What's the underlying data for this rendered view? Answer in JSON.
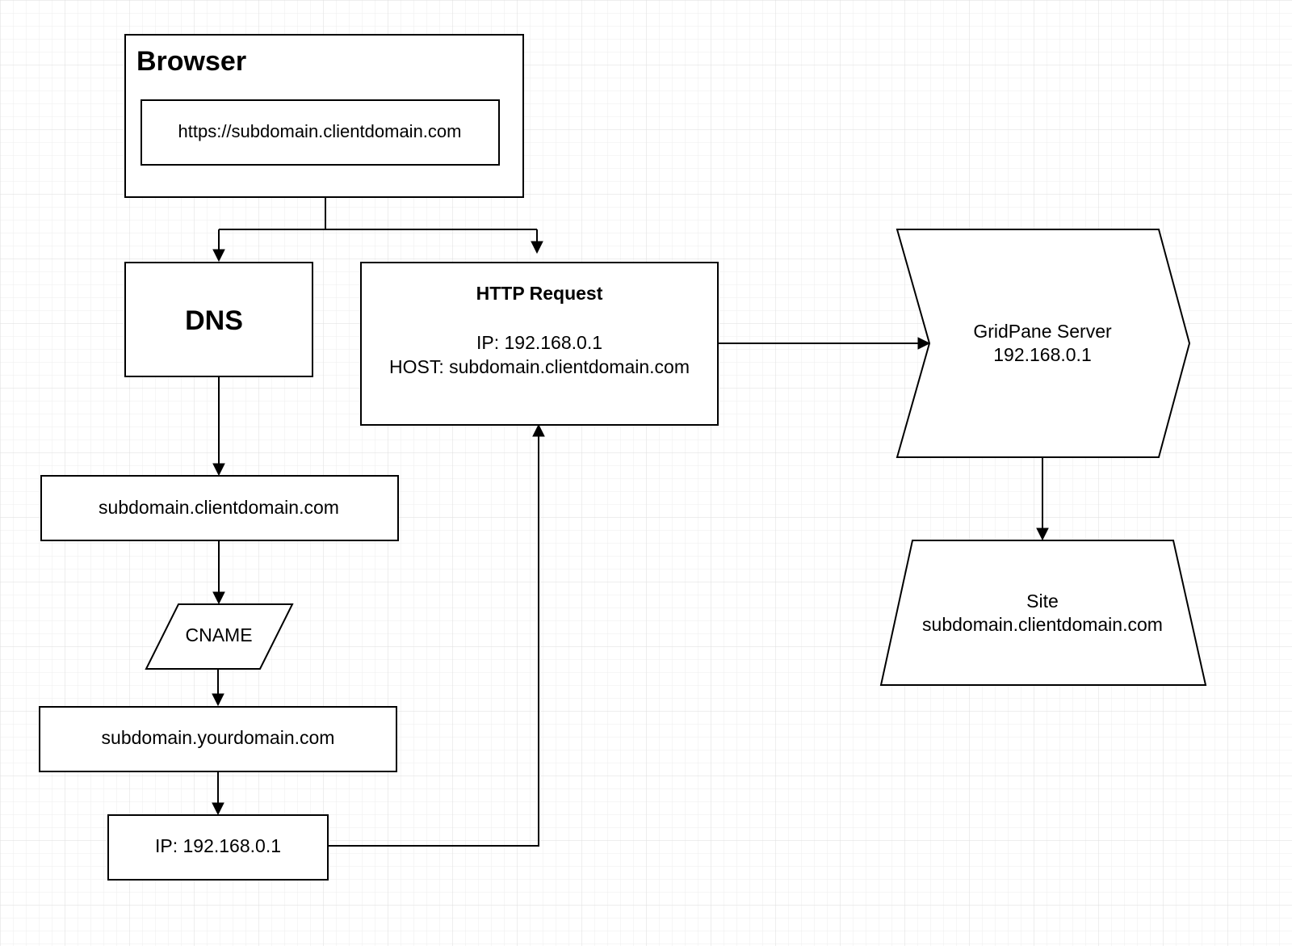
{
  "diagram": {
    "browser": {
      "title": "Browser",
      "url": "https://subdomain.clientdomain.com"
    },
    "dns": {
      "label": "DNS"
    },
    "http_request": {
      "title": "HTTP Request",
      "ip_line": "IP: 192.168.0.1",
      "host_line": "HOST: subdomain.clientdomain.com"
    },
    "gridpane_server": {
      "line1": "GridPane Server",
      "line2": "192.168.0.1"
    },
    "client_domain": {
      "label": "subdomain.clientdomain.com"
    },
    "cname": {
      "label": "CNAME"
    },
    "your_domain": {
      "label": "subdomain.yourdomain.com"
    },
    "ip_result": {
      "label": "IP: 192.168.0.1"
    },
    "site": {
      "line1": "Site",
      "line2": "subdomain.clientdomain.com"
    }
  },
  "colors": {
    "background": "#ffffff",
    "grid_minor": "#eeeeee",
    "grid_major": "#dddddd",
    "stroke": "#000000"
  }
}
